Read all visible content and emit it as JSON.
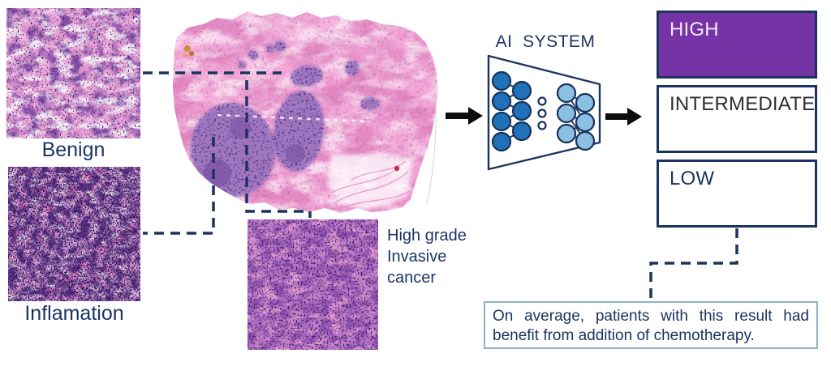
{
  "patches": {
    "benign": {
      "label": "Benign"
    },
    "inflammation": {
      "label": "Inflamation"
    },
    "high_grade": {
      "label": "High grade Invasive cancer"
    }
  },
  "ai": {
    "title": "AI  SYSTEM"
  },
  "risk_levels": [
    {
      "label": "HIGH",
      "selected": true
    },
    {
      "label": "INTERMEDIATE",
      "selected": false
    },
    {
      "label": "LOW",
      "selected": false
    }
  ],
  "note": {
    "line1": "On average, patients with this result had",
    "line2": "benefit from addition of chemotherapy."
  },
  "colors": {
    "navy": "#1b335f",
    "node_dark_blue": "#2071b8",
    "node_light_blue": "#8cc0e2",
    "high_risk_purple": "#7633a6",
    "note_border_blue": "#8fb3c4",
    "arrow_black": "#0d0d0d"
  }
}
